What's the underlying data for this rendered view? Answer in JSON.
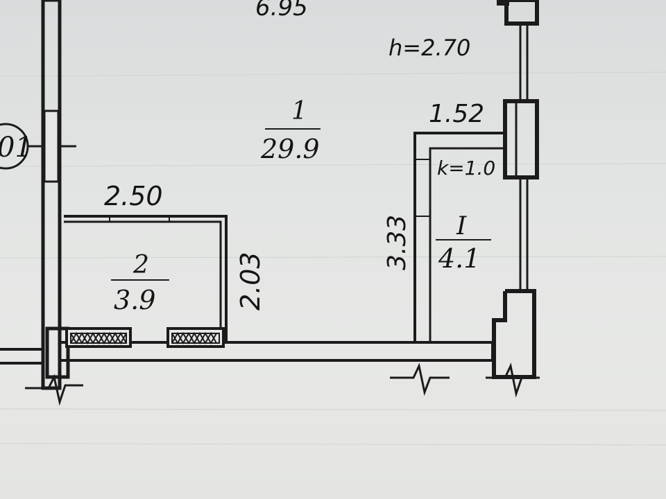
{
  "colors": {
    "ink": "#1b1b1b",
    "paper": "#e3e5e3",
    "grid": "#cfd3d3"
  },
  "dimensions": {
    "top_partial": "6.95",
    "ceiling_height": "h=2.70",
    "width_2_50": "2.50",
    "height_2_03": "2.03",
    "width_1_52": "1.52",
    "height_3_33": "3.33",
    "coefficient": "k=1.0"
  },
  "rooms": [
    {
      "number": "1",
      "area": "29.9"
    },
    {
      "number": "2",
      "area": "3.9"
    },
    {
      "number": "I",
      "area": "4.1"
    }
  ],
  "axis_marker": {
    "label": "01"
  }
}
